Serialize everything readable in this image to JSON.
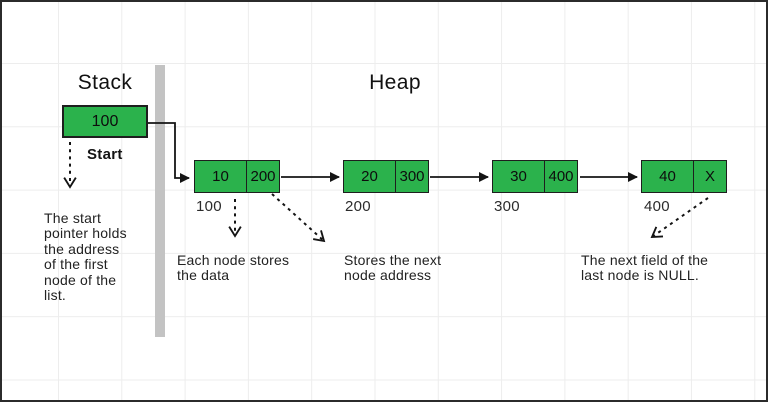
{
  "diagram": {
    "stack": {
      "title": "Stack",
      "value": "100",
      "pointer_label": "Start",
      "note": "The start\npointer holds\nthe address\nof the first\nnode of the\nlist."
    },
    "heap": {
      "title": "Heap",
      "nodes": [
        {
          "data": "10",
          "next": "200",
          "address": "100"
        },
        {
          "data": "20",
          "next": "300",
          "address": "200"
        },
        {
          "data": "30",
          "next": "400",
          "address": "300"
        },
        {
          "data": "40",
          "next": "X",
          "address": "400"
        }
      ]
    },
    "notes": {
      "data_note": "Each node stores\nthe data",
      "next_note": "Stores the next\nnode address",
      "null_note": "The next field of the\nlast node is NULL."
    },
    "colors": {
      "node_fill": "#2bb24c",
      "node_border": "#1e1e1e",
      "divider_bar": "#c3c3c3",
      "grid_line": "#ededed",
      "arrow": "#141414"
    }
  }
}
